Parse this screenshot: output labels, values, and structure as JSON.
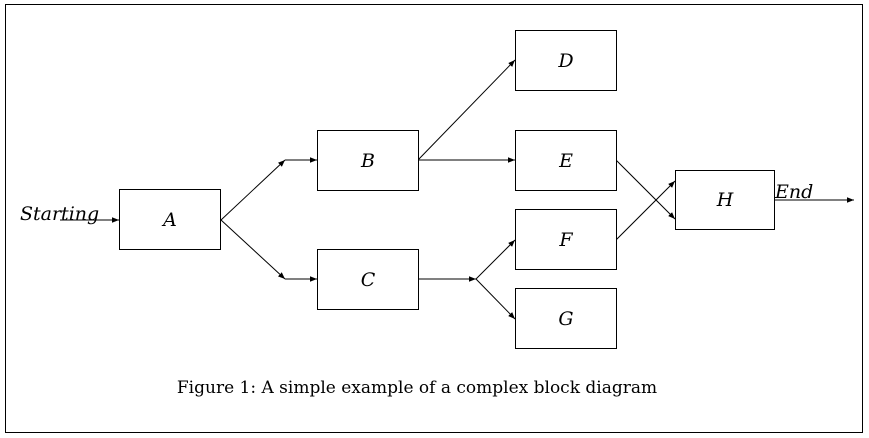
{
  "diagram": {
    "blocks": {
      "a": "A",
      "b": "B",
      "c": "C",
      "d": "D",
      "e": "E",
      "f": "F",
      "g": "G",
      "h": "H"
    },
    "input_label": "Starting",
    "output_label": "End",
    "caption": "Figure 1: A simple example of a complex block diagram"
  }
}
